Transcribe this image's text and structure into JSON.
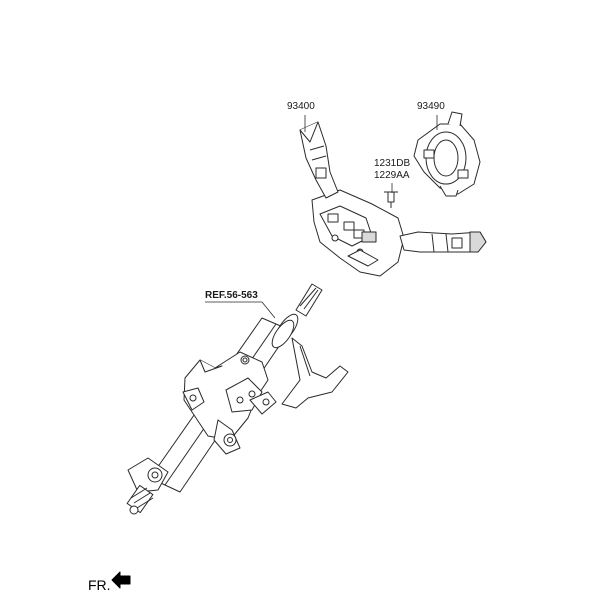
{
  "parts": {
    "p93400": "93400",
    "p93490": "93490",
    "p1231DB": "1231DB",
    "p1229AA": "1229AA",
    "ref": "REF.56-563"
  },
  "direction_label": "FR.",
  "colors": {
    "line": "#2b2b2b",
    "fill": "#ffffff",
    "shade": "#d9d9d9"
  }
}
